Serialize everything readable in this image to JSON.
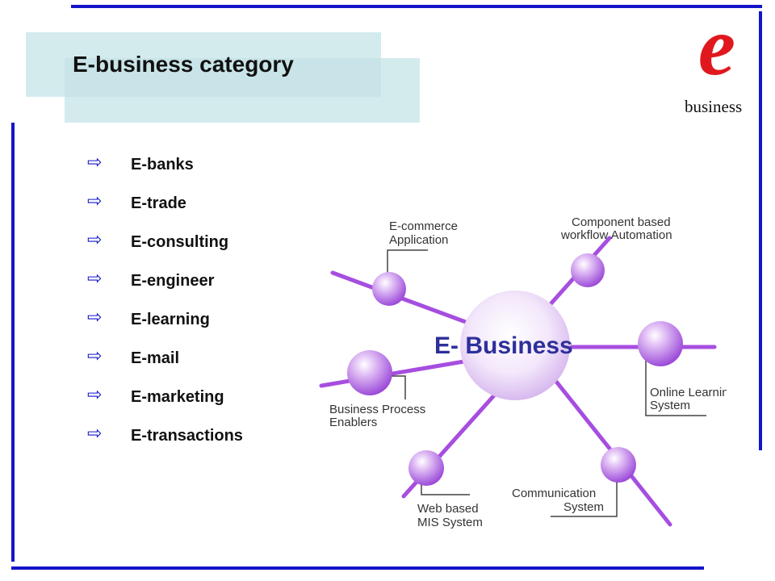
{
  "title": "E-business category",
  "logo": {
    "letter": "e",
    "text": "business",
    "color": "#e0181e"
  },
  "accent_color": "#1414c8",
  "bullet_icon": "arrow-right-icon",
  "bullets": [
    "E-banks",
    "E-trade",
    "E-consulting",
    "E-engineer",
    "E-learning",
    "E-mail",
    "E-marketing",
    "E-transactions"
  ],
  "diagram": {
    "center": "E- Business",
    "node_color": "#a64ee0",
    "labels": {
      "ecommerce": [
        "E-commerce",
        "Application"
      ],
      "component": [
        "Component based",
        "workflow Automation"
      ],
      "online_learning": [
        "Online Learning",
        "System"
      ],
      "business_process": [
        "Business Process",
        "Enablers"
      ],
      "communication": [
        "Communication",
        "System"
      ],
      "mis": [
        "Web based",
        "MIS System"
      ]
    }
  }
}
